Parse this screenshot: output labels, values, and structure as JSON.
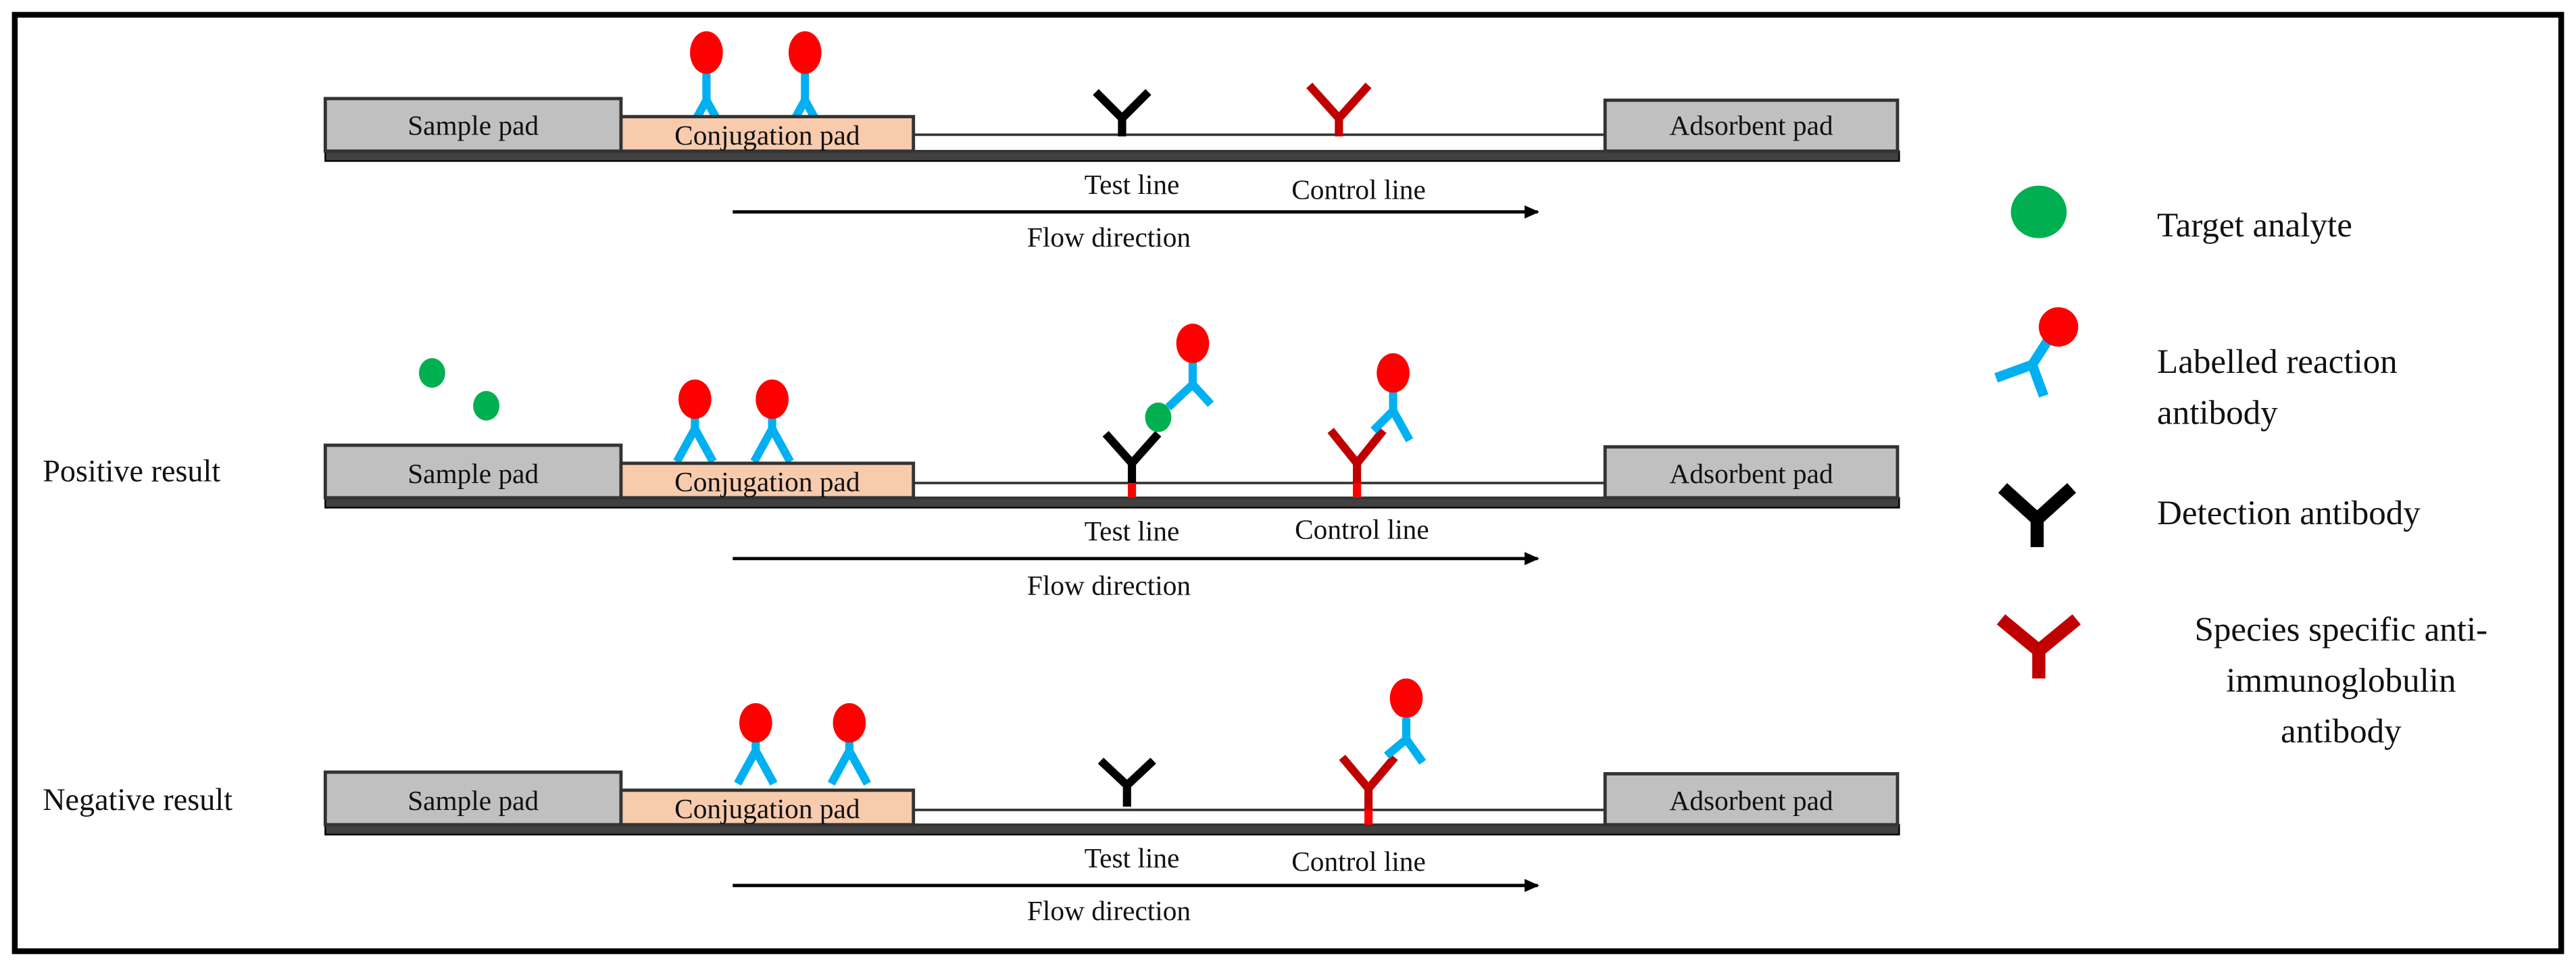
{
  "diagram": {
    "title": "Lateral flow immunoassay schematic",
    "colors": {
      "frame": "#000000",
      "sample_pad": "#c0c0c0",
      "conjugation_pad": "#f8cbad",
      "backing": "#404040",
      "label_particle": "#ff0000",
      "reaction_antibody": "#00b0f0",
      "target_analyte": "#00b050",
      "detection_antibody": "#000000",
      "species_antibody": "#c00000"
    },
    "strips": [
      {
        "row_label": "",
        "pads": {
          "sample": "Sample pad",
          "conjugation": "Conjugation pad",
          "absorbent": "Adsorbent pad"
        },
        "test_line": "Test line",
        "control_line": "Control line",
        "flow": "Flow direction",
        "state": "initial"
      },
      {
        "row_label": "Positive result",
        "pads": {
          "sample": "Sample pad",
          "conjugation": "Conjugation pad",
          "absorbent": "Adsorbent pad"
        },
        "test_line": "Test line",
        "control_line": "Control line",
        "flow": "Flow direction",
        "state": "positive"
      },
      {
        "row_label": "Negative result",
        "pads": {
          "sample": "Sample pad",
          "conjugation": "Conjugation pad",
          "absorbent": "Adsorbent pad"
        },
        "test_line": "Test line",
        "control_line": "Control line",
        "flow": "Flow direction",
        "state": "negative"
      }
    ],
    "legend": [
      {
        "icon": "target-analyte-icon",
        "lines": [
          "Target analyte"
        ]
      },
      {
        "icon": "labelled-antibody-icon",
        "lines": [
          "Labelled reaction",
          "antibody"
        ]
      },
      {
        "icon": "detection-antibody-icon",
        "lines": [
          "Detection antibody"
        ]
      },
      {
        "icon": "species-antibody-icon",
        "lines": [
          "Species specific anti-",
          "immunoglobulin",
          "antibody"
        ]
      }
    ]
  }
}
